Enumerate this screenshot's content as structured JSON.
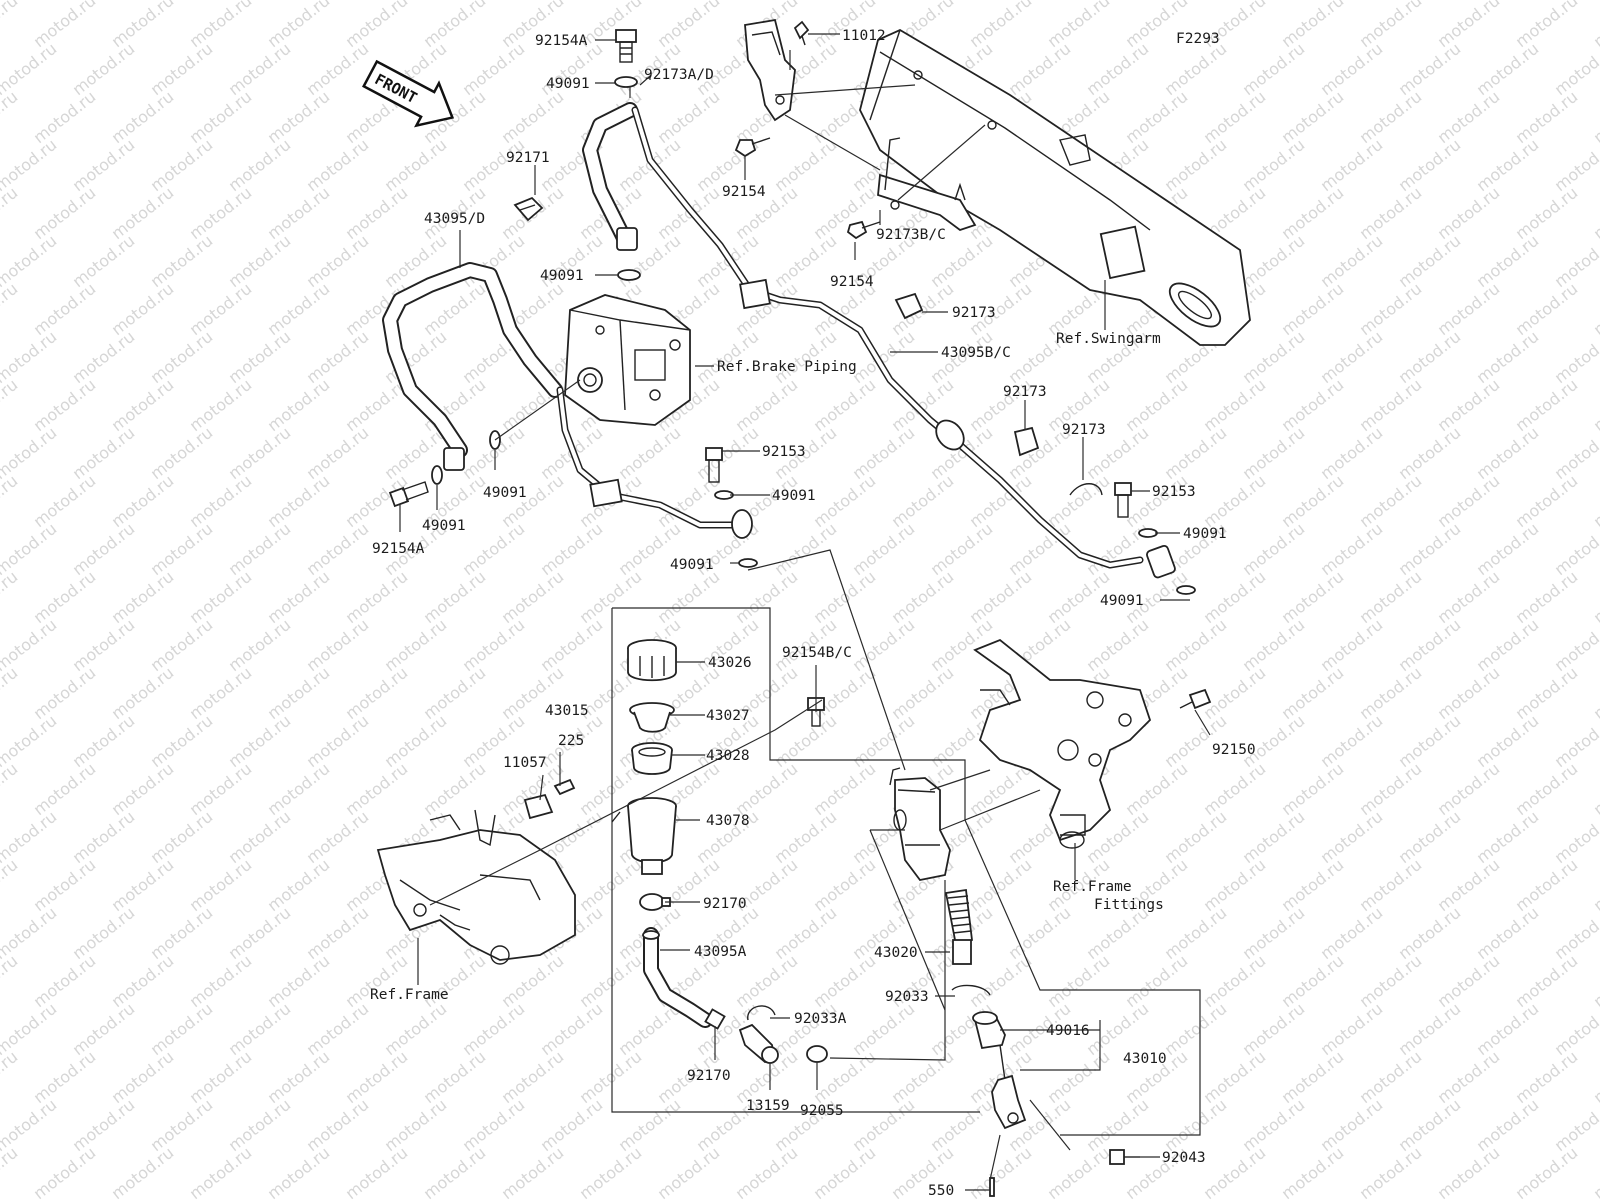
{
  "figure_code": "F2293",
  "watermark": "motod.ru",
  "front_arrow": "FRONT",
  "labels": {
    "p11012": "11012",
    "p92154A_top": "92154A",
    "p49091_top": "49091",
    "p92173AD": "92173A/D",
    "p92171": "92171",
    "p92154_a": "92154",
    "p43095D": "43095/D",
    "p49091_mid": "49091",
    "p92173BC": "92173B/C",
    "p92154_b": "92154",
    "p92173_a": "92173",
    "ref_swingarm": "Ref.Swingarm",
    "ref_brake_piping": "Ref.Brake Piping",
    "p43095BC": "43095B/C",
    "p92173_b": "92173",
    "p92173_c": "92173",
    "p92153_a": "92153",
    "p49091_abs": "49091",
    "p49091_left": "49091",
    "p92154A_bottom": "92154A",
    "p49091_b": "49091",
    "p92153_b": "92153",
    "p49091_c": "49091",
    "p49091_d": "49091",
    "p49091_e": "49091",
    "p43026": "43026",
    "p92154BC": "92154B/C",
    "p43027": "43027",
    "p43015": "43015",
    "p43028": "43028",
    "p225": "225",
    "p11057": "11057",
    "p43078": "43078",
    "p92150": "92150",
    "ref_frame_fittings_1": "Ref.Frame",
    "ref_frame_fittings_2": "Fittings",
    "p92170_a": "92170",
    "p43095A": "43095A",
    "ref_frame": "Ref.Frame",
    "p43020": "43020",
    "p92033": "92033",
    "p92033A": "92033A",
    "p49016": "49016",
    "p43010": "43010",
    "p92170_b": "92170",
    "p13159": "13159",
    "p92055": "92055",
    "p92043": "92043",
    "p550": "550"
  }
}
